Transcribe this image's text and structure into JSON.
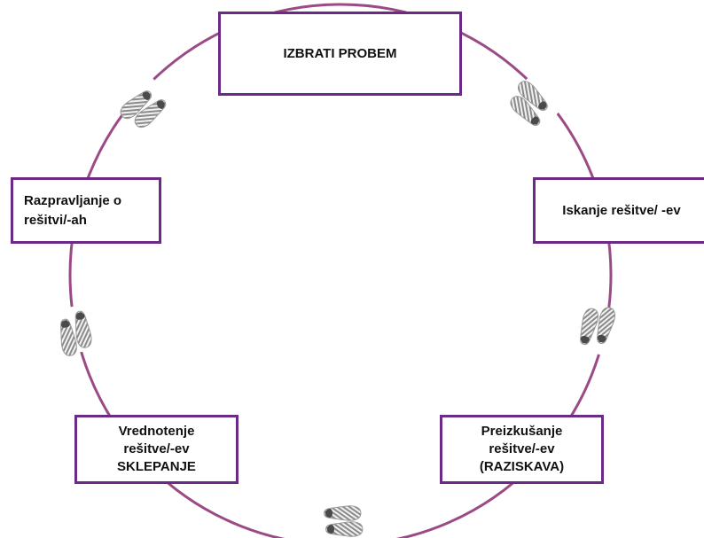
{
  "cycle": {
    "ring_color": "#9a4a85",
    "border_color": "#6a2a86",
    "steps": [
      {
        "id": "top",
        "lines": [
          "IZBRATI PROBEM"
        ]
      },
      {
        "id": "right",
        "lines": [
          "Iskanje rešitve/ -ev"
        ]
      },
      {
        "id": "br",
        "lines": [
          "Preizkušanje",
          "rešitve/-ev",
          "(RAZISKAVA)"
        ]
      },
      {
        "id": "bl",
        "lines": [
          "Vrednotenje",
          "rešitve/-ev",
          "SKLEPANJE"
        ]
      },
      {
        "id": "left",
        "lines": [
          "Razpravljanje o",
          "rešitvi/-ah"
        ]
      }
    ],
    "footprints": [
      "footprints-icon",
      "footprints-icon",
      "footprints-icon",
      "footprints-icon",
      "footprints-icon"
    ]
  }
}
